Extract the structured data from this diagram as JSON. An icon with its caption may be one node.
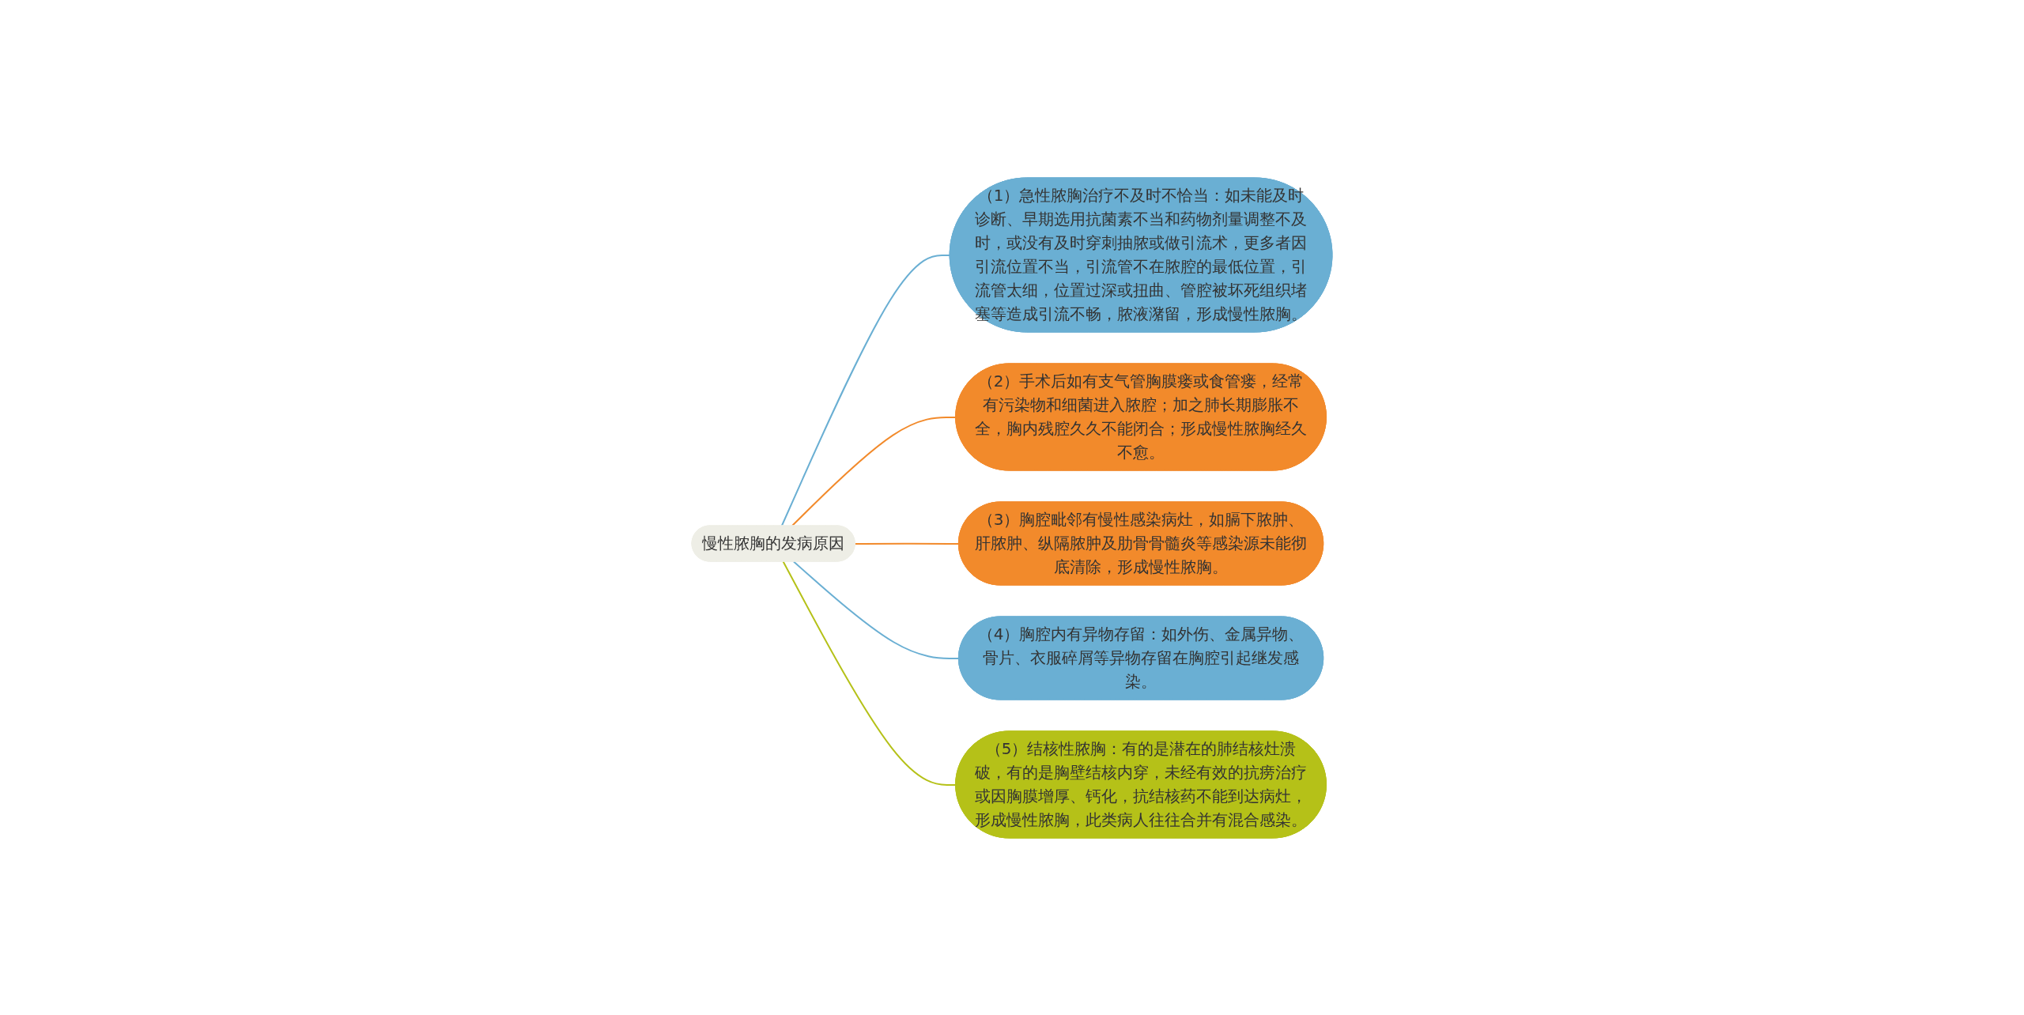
{
  "diagram": {
    "nodes": [
      {
        "text": [
          "慢性脓胸的发病原因"
        ]
      },
      {
        "text": [
          "（1）急性脓胸治疗不及时不恰当：如未能及时诊断、早期选用抗菌素不当和药物剂量调整不及时，或没有及时穿刺抽脓或做引流术，更多者因引流位置不当，引流管不在脓腔的最低位置，引流管太细，位置过深或扭曲、管腔被坏死组织堵塞等造成引流不畅，脓液潴留，形成慢性脓胸。"
        ]
      },
      {
        "text": [
          "（2）手术后如有支气管胸膜瘘或食管瘘，经常有污染物和细菌进入脓腔；加之肺长期膨胀不全，胸内残腔久久不能闭合；形成慢性脓胸经久不愈。"
        ]
      },
      {
        "text": [
          "（3）胸腔毗邻有慢性感染病灶，如膈下脓肿、肝脓肿、纵隔脓肿及肋骨骨髓炎等感染源未能彻底清除，形成慢性脓胸。"
        ]
      },
      {
        "text": [
          "（4）胸腔内有异物存留：如外伤、金属异物、骨片、衣服碎屑等异物存留在胸腔引起继发感染。"
        ]
      },
      {
        "text": [
          "（5）结核性脓胸：有的是潜在的肺结核灶溃破，有的是胸壁结核内穿，未经有效的抗痨治疗或因胸膜增厚、钙化，抗结核药不能到达病灶，形成慢性脓胸，此类病人往往合并有混合感染。"
        ]
      }
    ],
    "edges": [
      {
        "from": 0,
        "to": 1,
        "arrow": "none",
        "color": "#6aafd3"
      },
      {
        "from": 0,
        "to": 2,
        "arrow": "none",
        "color": "#f28a2b"
      },
      {
        "from": 0,
        "to": 3,
        "arrow": "none",
        "color": "#f28a2b"
      },
      {
        "from": 0,
        "to": 4,
        "arrow": "none",
        "color": "#6aafd3"
      },
      {
        "from": 0,
        "to": 5,
        "arrow": "none",
        "color": "#b5c118"
      }
    ]
  }
}
